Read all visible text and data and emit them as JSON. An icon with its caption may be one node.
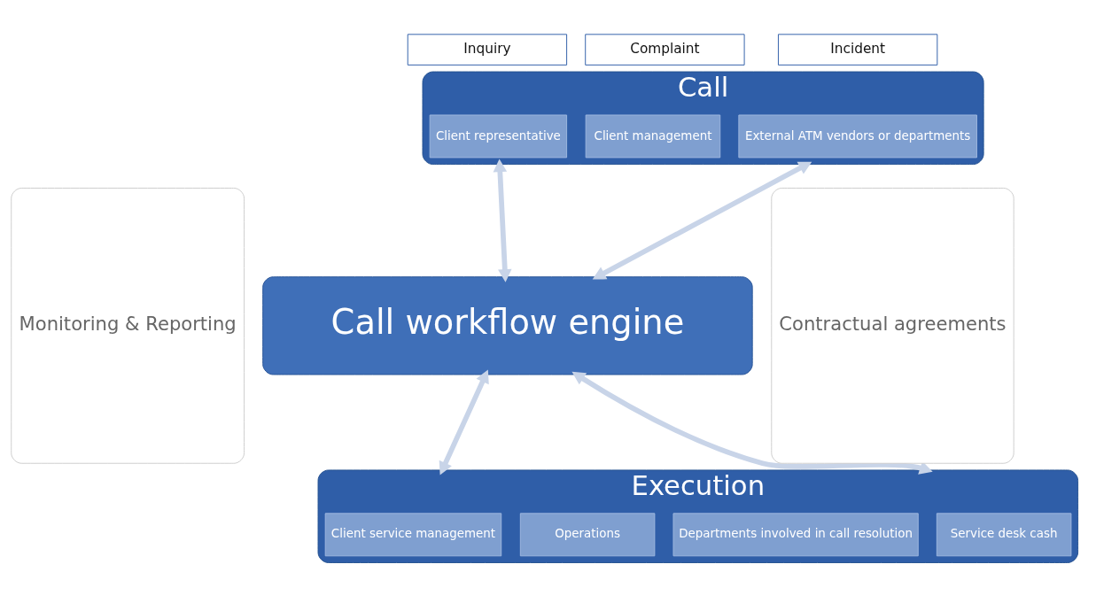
{
  "diagram": {
    "nodes": [
      {
        "text": [
          "Monitoring & Reporting"
        ]
      },
      {
        "text": [
          "Inquiry"
        ]
      },
      {
        "text": [
          "Complaint"
        ]
      },
      {
        "text": [
          "Incident"
        ]
      },
      {
        "text": [
          "Call"
        ]
      },
      {
        "text": [
          "Client representative"
        ],
        "in": 4
      },
      {
        "text": [
          "Client management"
        ],
        "in": 4
      },
      {
        "text": [
          "External ATM vendors or departments"
        ],
        "in": 4
      },
      {
        "text": [
          "Call workflow engine"
        ]
      },
      {
        "text": [
          "Execution"
        ]
      },
      {
        "text": [
          "Service desk cash"
        ],
        "in": 9
      },
      {
        "text": [
          "Departments involved in call resolution"
        ],
        "in": 9
      },
      {
        "text": [
          "Operations"
        ],
        "in": 9
      },
      {
        "text": [
          "Client service management"
        ],
        "in": 9
      },
      {
        "text": [
          "Contractual agreements"
        ]
      }
    ],
    "edges": [
      {
        "from": 4,
        "to": 8,
        "arrow": "both"
      },
      {
        "from": 4,
        "to": 8,
        "arrow": "both"
      },
      {
        "from": 8,
        "to": 9,
        "arrow": "both"
      },
      {
        "from": 8,
        "to": 9,
        "arrow": "both"
      }
    ]
  }
}
